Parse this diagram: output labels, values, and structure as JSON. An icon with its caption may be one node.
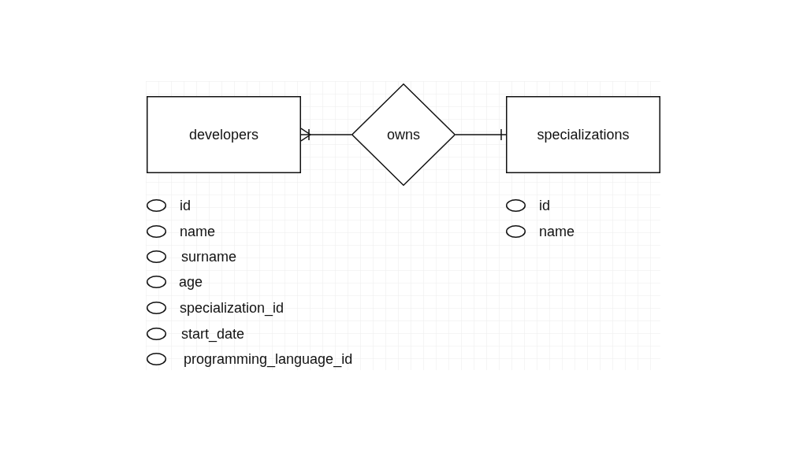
{
  "diagram": {
    "nodes": [
      {
        "text": [
          "developers"
        ]
      },
      {
        "text": [
          "owns"
        ]
      },
      {
        "text": [
          "specializations"
        ]
      },
      {
        "text": [],
        "shape": "ellipse",
        "beside": [
          "id"
        ]
      },
      {
        "text": [],
        "shape": "ellipse",
        "beside": [
          "name"
        ]
      },
      {
        "text": [],
        "shape": "ellipse",
        "beside": [
          "surname"
        ]
      },
      {
        "text": [],
        "shape": "ellipse",
        "beside": [
          "age"
        ]
      },
      {
        "text": [],
        "shape": "ellipse",
        "beside": [
          "specialization_id"
        ]
      },
      {
        "text": [],
        "shape": "ellipse",
        "beside": [
          "start_date"
        ]
      },
      {
        "text": [],
        "shape": "ellipse",
        "beside": [
          "programming_language_id"
        ]
      },
      {
        "text": [],
        "shape": "ellipse",
        "beside": [
          "id"
        ]
      },
      {
        "text": [],
        "shape": "ellipse",
        "beside": [
          "name"
        ]
      }
    ],
    "edges": [
      {
        "from": 0,
        "to": 1,
        "arrow": "other"
      },
      {
        "from": 1,
        "to": 2,
        "arrow": "other"
      }
    ]
  }
}
